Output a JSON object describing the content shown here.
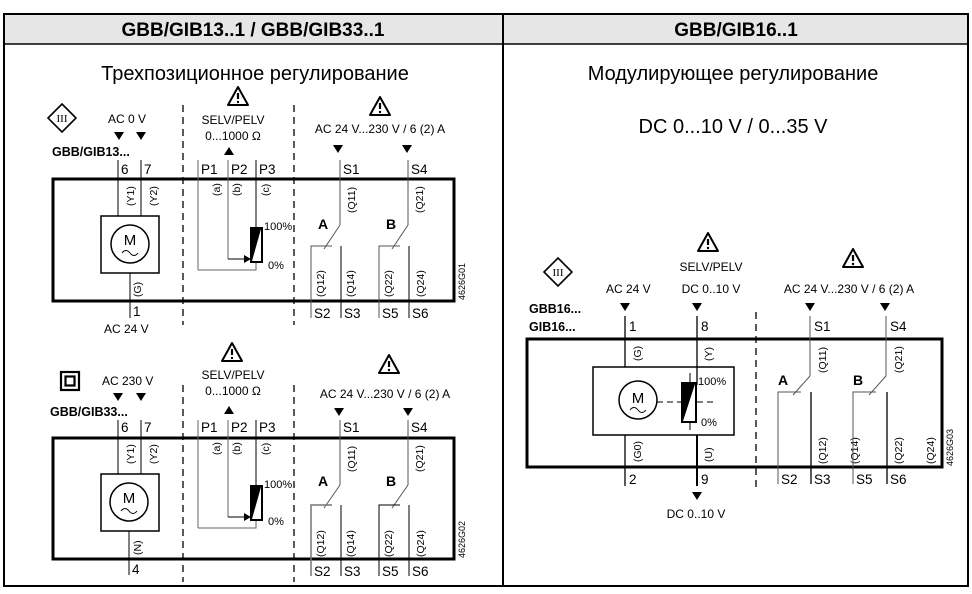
{
  "columns": [
    {
      "header": "GBB/GIB13..1 / GBB/GIB33..1",
      "subtitle": "Трехпозиционное регулирование"
    },
    {
      "header": "GBB/GIB16..1",
      "subtitle": "Модулирующее регулирование",
      "signal": "DC 0...10 V / 0...35 V"
    }
  ],
  "diagrams": {
    "gib13": {
      "model": "GBB/GIB13...",
      "protection_class": "III",
      "supply_label": "AC 0 V",
      "supply_bottom_label": "AC 24 V",
      "pot_label_1": "SELV/PELV",
      "pot_label_2": "0...1000 Ω",
      "switch_label": "AC 24 V...230 V / 6 (2) A",
      "terminals_top": [
        "6",
        "7",
        "P1",
        "P2",
        "P3",
        "S1",
        "S4"
      ],
      "terminals_bottom": [
        "1",
        "S2",
        "S3",
        "S5",
        "S6"
      ],
      "wire_labels": [
        "(Y1)",
        "(Y2)",
        "(a)",
        "(b)",
        "(c)",
        "(Q11)",
        "(Q21)",
        "(G)",
        "(Q12)",
        "(Q14)",
        "(Q22)",
        "(Q24)"
      ],
      "pct_high": "100%",
      "pct_low": "0%",
      "motor": "M",
      "switch_a": "A",
      "switch_b": "B",
      "code": "4626G01"
    },
    "gib33": {
      "model": "GBB/GIB33...",
      "protection_class": "II",
      "supply_label": "AC 230 V",
      "pot_label_1": "SELV/PELV",
      "pot_label_2": "0...1000 Ω",
      "switch_label": "AC 24 V...230 V / 6 (2) A",
      "terminals_top": [
        "6",
        "7",
        "P1",
        "P2",
        "P3",
        "S1",
        "S4"
      ],
      "terminals_bottom": [
        "4",
        "S2",
        "S3",
        "S5",
        "S6"
      ],
      "wire_labels": [
        "(Y1)",
        "(Y2)",
        "(a)",
        "(b)",
        "(c)",
        "(Q11)",
        "(Q21)",
        "(N)",
        "(Q12)",
        "(Q14)",
        "(Q22)",
        "(Q24)"
      ],
      "pct_high": "100%",
      "pct_low": "0%",
      "motor": "M",
      "switch_a": "A",
      "switch_b": "B",
      "code": "4626G02"
    },
    "gib16": {
      "model_1": "GBB16...",
      "model_2": "GIB16...",
      "protection_class": "III",
      "supply_label": "AC 24 V",
      "signal_label_1": "SELV/PELV",
      "signal_label_2": "DC 0..10 V",
      "switch_label": "AC 24 V...230 V / 6 (2) A",
      "output_label": "DC 0..10 V",
      "terminals_top": [
        "1",
        "8",
        "S1",
        "S4"
      ],
      "terminals_bottom": [
        "2",
        "9",
        "S2",
        "S3",
        "S5",
        "S6"
      ],
      "wire_labels": [
        "(G)",
        "(Y)",
        "(Q11)",
        "(Q21)",
        "(G0)",
        "(U)",
        "(Q12)",
        "(Q14)",
        "(Q22)",
        "(Q24)"
      ],
      "pct_high": "100%",
      "pct_low": "0%",
      "motor": "M",
      "switch_a": "A",
      "switch_b": "B",
      "code": "4626G03"
    }
  }
}
